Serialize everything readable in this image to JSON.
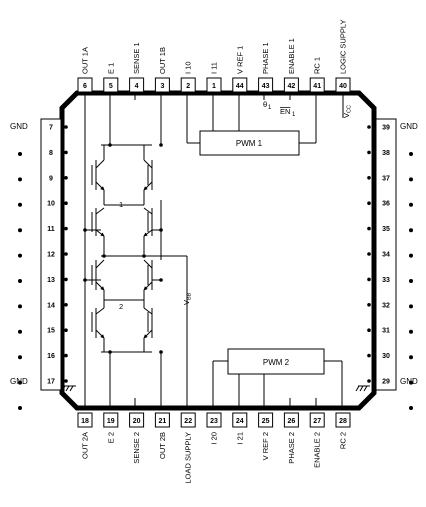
{
  "ground_label": "GND",
  "supply_labels": {
    "vcc": "V",
    "vcc_sub": "CC",
    "vbb": "V",
    "vbb_sub": "BB"
  },
  "blocks": {
    "pwm1": "PWM 1",
    "pwm2": "PWM 2"
  },
  "bridge_labels": {
    "bridge1": "1",
    "bridge2": "2"
  },
  "internal_signals": {
    "theta1": "θ",
    "theta1_sub": "1",
    "en1": "EN",
    "en1_sub": "1"
  },
  "top_pins": [
    {
      "num": "6",
      "label": "OUT 1A"
    },
    {
      "num": "5",
      "label": "E 1"
    },
    {
      "num": "4",
      "label": "SENSE 1"
    },
    {
      "num": "3",
      "label": "OUT 1B"
    },
    {
      "num": "2",
      "label": "I 10"
    },
    {
      "num": "1",
      "label": "I 11"
    },
    {
      "num": "44",
      "label": "V REF 1"
    },
    {
      "num": "43",
      "label": "PHASE 1"
    },
    {
      "num": "42",
      "label": "ENABLE 1"
    },
    {
      "num": "41",
      "label": "RC 1"
    },
    {
      "num": "40",
      "label": "LOGIC SUPPLY"
    }
  ],
  "bottom_pins": [
    {
      "num": "18",
      "label": "OUT 2A"
    },
    {
      "num": "19",
      "label": "E 2"
    },
    {
      "num": "20",
      "label": "SENSE 2"
    },
    {
      "num": "21",
      "label": "OUT 2B"
    },
    {
      "num": "22",
      "label": "LOAD SUPPLY"
    },
    {
      "num": "23",
      "label": "I 20"
    },
    {
      "num": "24",
      "label": "I 21"
    },
    {
      "num": "25",
      "label": "V REF 2"
    },
    {
      "num": "26",
      "label": "PHASE 2"
    },
    {
      "num": "27",
      "label": "ENABLE 2"
    },
    {
      "num": "28",
      "label": "RC 2"
    }
  ],
  "left_pins": [
    "7",
    "8",
    "9",
    "10",
    "11",
    "12",
    "13",
    "14",
    "15",
    "16",
    "17"
  ],
  "right_pins": [
    "39",
    "38",
    "37",
    "36",
    "35",
    "34",
    "33",
    "32",
    "31",
    "30",
    "29"
  ]
}
